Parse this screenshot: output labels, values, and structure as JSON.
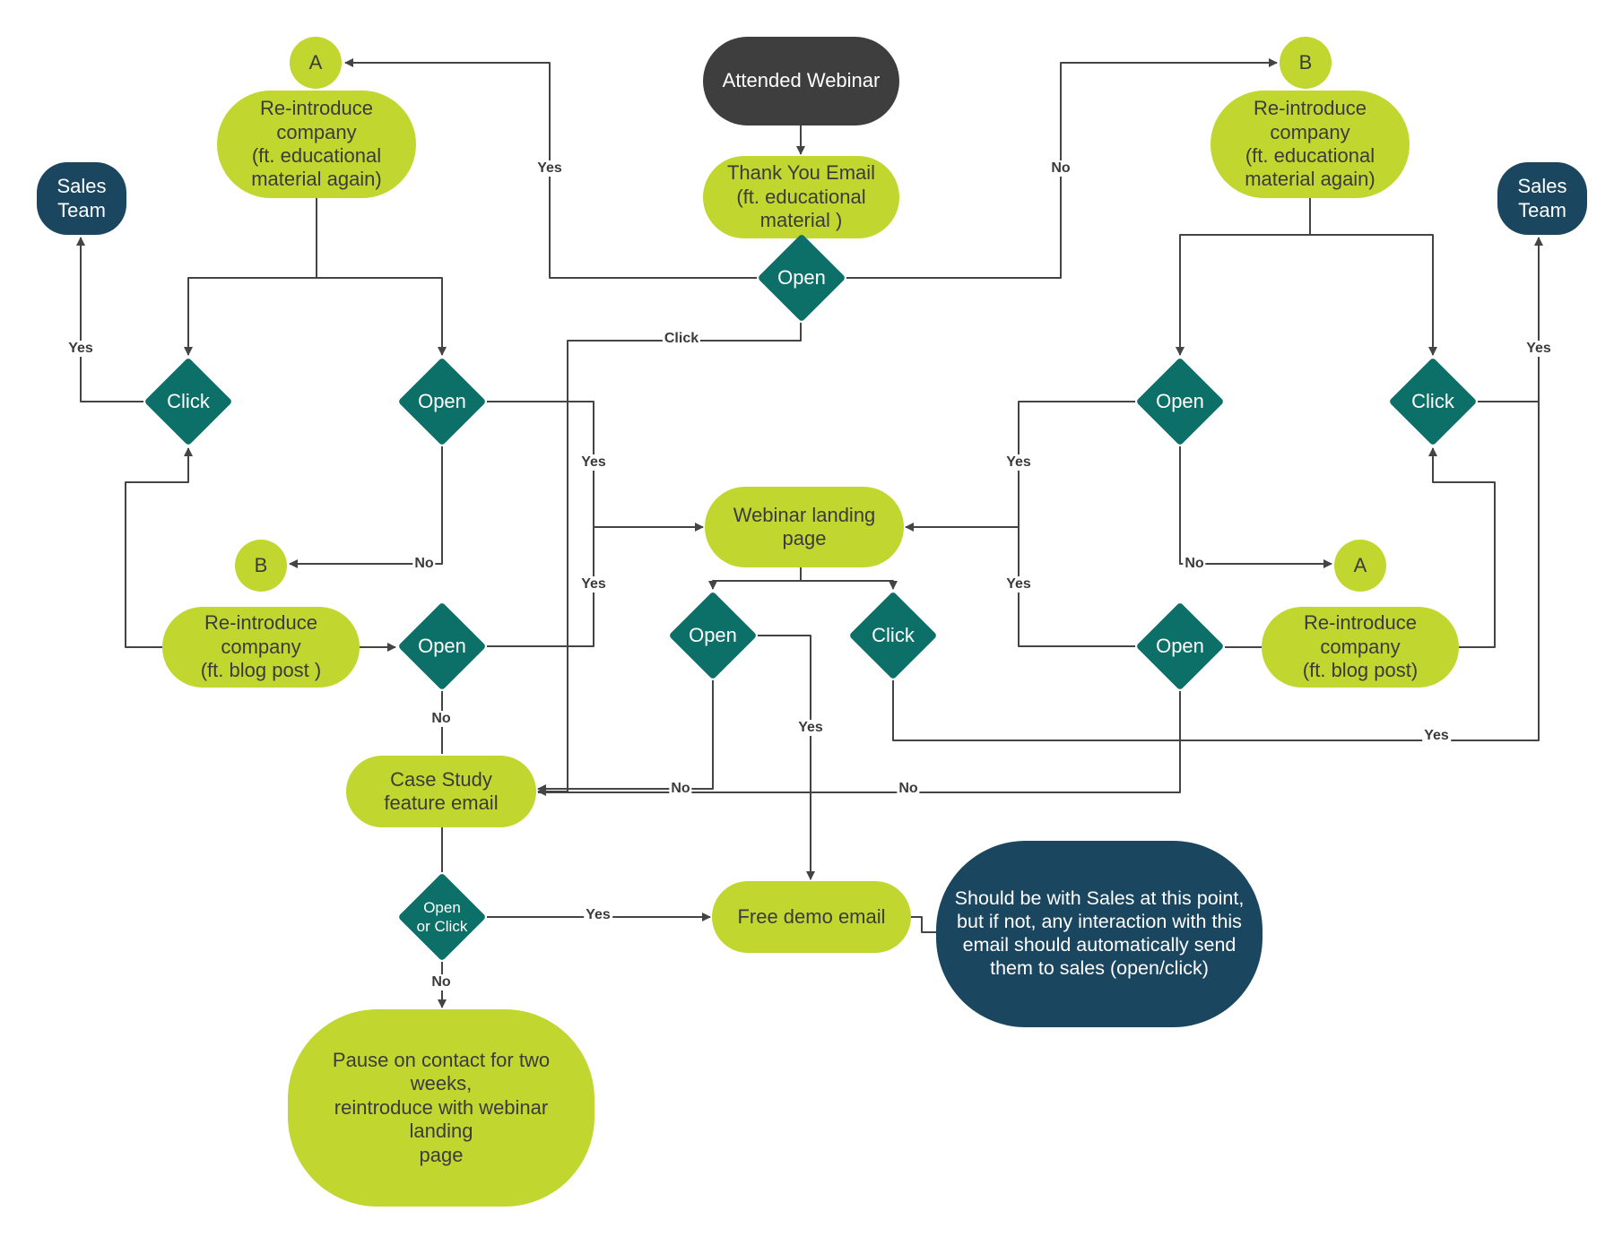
{
  "colors": {
    "lime": "#C1D72F",
    "teal": "#0C7068",
    "navy": "#1A4660",
    "charcoal": "#3E3E3E",
    "connector": "#444444"
  },
  "nodes": {
    "attended_webinar": "Attended Webinar",
    "thank_you_email": "Thank You Email\n(ft. educational\nmaterial )",
    "open_top": "Open",
    "connector_a_top_left": "A",
    "connector_b_top_right": "B",
    "connector_b_mid_left": "B",
    "connector_a_mid_right": "A",
    "reintro_edu_left": "Re-introduce\ncompany\n(ft. educational\nmaterial again)",
    "reintro_edu_right": "Re-introduce\ncompany\n(ft. educational\nmaterial again)",
    "sales_team_left": "Sales\nTeam",
    "sales_team_right": "Sales\nTeam",
    "click_left": "Click",
    "open_left": "Open",
    "open_right": "Open",
    "click_right": "Click",
    "webinar_landing_page": "Webinar landing\npage",
    "reintro_blog_left": "Re-introduce\ncompany\n(ft. blog post )",
    "open_blog_left": "Open",
    "open_landing": "Open",
    "click_landing": "Click",
    "open_blog_right": "Open",
    "reintro_blog_right": "Re-introduce\ncompany\n(ft. blog post)",
    "case_study_email": "Case Study\nfeature email",
    "open_or_click": "Open\nor Click",
    "free_demo_email": "Free demo email",
    "sales_note": "Should be with Sales at this point,\nbut if not, any interaction with this\nemail should automatically send\nthem to sales (open/click)",
    "pause_contact": "Pause on contact for two weeks,\nreintroduce with webinar landing\npage"
  },
  "edge_labels": {
    "yes_top_left": "Yes",
    "no_top_right": "No",
    "click_top": "Click",
    "yes_click_left": "Yes",
    "yes_click_right": "Yes",
    "yes_open_left": "Yes",
    "yes_open_right": "Yes",
    "no_open_left": "No",
    "no_open_right": "No",
    "yes_blog_left": "Yes",
    "yes_blog_right": "Yes",
    "no_blog_left": "No",
    "yes_open_landing": "Yes",
    "yes_click_landing": "Yes",
    "no_open_landing": "No",
    "no_blog_right": "No",
    "yes_case_study": "Yes",
    "no_case_study": "No"
  }
}
